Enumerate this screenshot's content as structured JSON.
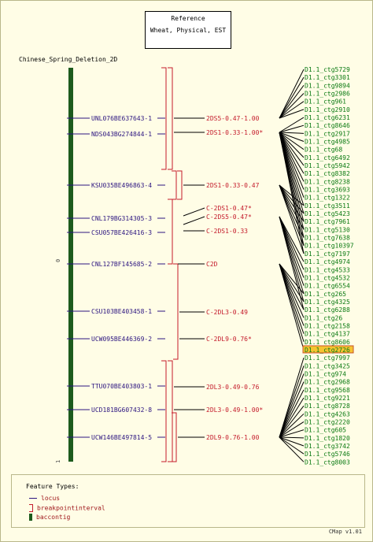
{
  "reference": {
    "title": "Reference",
    "subtitle": "Wheat, Physical, EST"
  },
  "map": {
    "title": "Chinese_Spring_Deletion_2D",
    "ruler_top": "0",
    "ruler_bottom": "1",
    "loci": [
      "UNL076BE637643-1",
      "NDS043BG274844-1",
      "KSU035BE496863-4",
      "CNL179BG314305-3",
      "CSU057BE426416-3",
      "CNL127BF145685-2",
      "CSU103BE403458-1",
      "UCW095BE446369-2",
      "TTU070BE403803-1",
      "UCD181BG607432-8",
      "UCW146BE497814-5"
    ],
    "breakpoints": [
      "2DS5-0.47-1.00",
      "2DS1-0.33-1.00*",
      "2DS1-0.33-0.47",
      "C-2DS1-0.47*",
      "C-2DS5-0.47*",
      "C-2DS1-0.33",
      "C2D",
      "C-2DL3-0.49",
      "C-2DL9-0.76*",
      "2DL3-0.49-0.76",
      "2DL3-0.49-1.00*",
      "2DL9-0.76-1.00"
    ],
    "contigs": [
      "D1.1_ctg5729",
      "D1.1_ctg3301",
      "D1.1_ctg9894",
      "D1.1_ctg2986",
      "D1.1_ctg961",
      "D1.1_ctg2910",
      "D1.1_ctg6231",
      "D1.1_ctg8646",
      "D1.1_ctg2917",
      "D1.1_ctg4985",
      "D1.1_ctg68",
      "D1.1_ctg6492",
      "D1.1_ctg5942",
      "D1.1_ctg8382",
      "D1.1_ctg8238",
      "D1.1_ctg3693",
      "D1.1_ctg1322",
      "D1.1_ctg3511",
      "D1.1_ctg5423",
      "D1.1_ctg7961",
      "D1.1_ctg5130",
      "D1.1_ctg7638",
      "D1.1_ctg10397",
      "D1.1_ctg7197",
      "D1.1_ctg4974",
      "D1.1_ctg4533",
      "D1.1_ctg4532",
      "D1.1_ctg6554",
      "D1.1_ctg265",
      "D1.1_ctg4325",
      "D1.1_ctg6288",
      "D1.1_ctg26",
      "D1.1_ctg2158",
      "D1.1_ctg4137",
      "D1.1_ctg8606",
      "D1.1_ctg2726",
      "D1.1_ctg7997",
      "D1.1_ctg3425",
      "D1.1_ctg974",
      "D1.1_ctg2968",
      "D1.1_ctg9568",
      "D1.1_ctg9221",
      "D1.1_ctg8728",
      "D1.1_ctg4263",
      "D1.1_ctg2220",
      "D1.1_ctg605",
      "D1.1_ctg1820",
      "D1.1_ctg3742",
      "D1.1_ctg5746",
      "D1.1_ctg8003"
    ],
    "highlighted_contig_index": 35
  },
  "legend": {
    "title": "Feature Types:",
    "items": [
      "locus",
      "breakpointinterval",
      "baccontig"
    ]
  },
  "version": "CMap v1.01",
  "colors": {
    "locus": "#2c1580",
    "breakpoint": "#c41b2b",
    "contig": "#0a7a12",
    "highlight": "#f5c431",
    "background": "#fffde6"
  }
}
